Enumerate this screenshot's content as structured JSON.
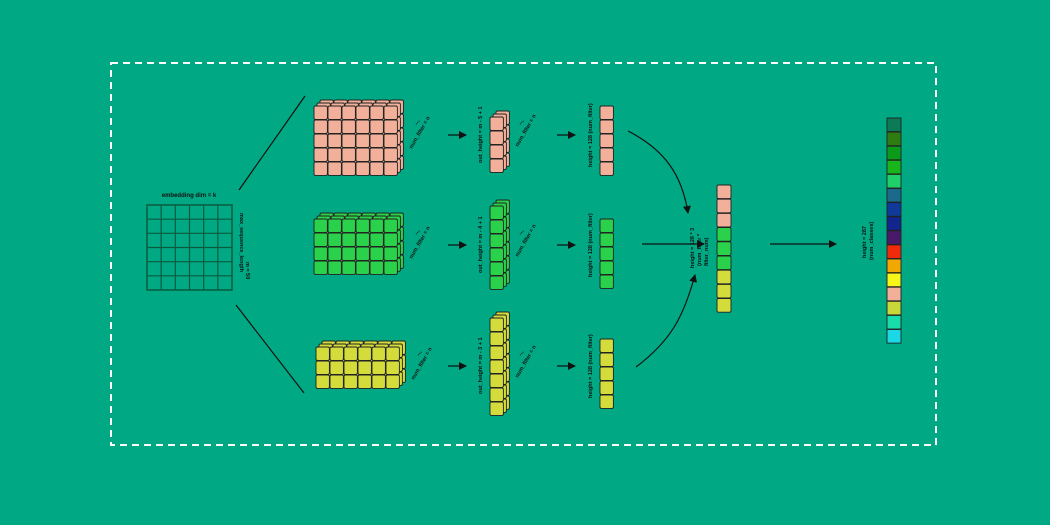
{
  "colors": {
    "background": "#00a884",
    "frame": "#ffffff",
    "salmon": "#f2b09a",
    "salmon_dark": "#c98a76",
    "green": "#2ad14a",
    "green_dark": "#17a630",
    "yellow": "#d4dc3c",
    "yellow_dark": "#aab426",
    "input_grid": "#0b5a3e"
  },
  "input": {
    "top_label": "embedding dim = k",
    "side_label_1": "max_sequence_length",
    "side_label_2": "m = 50"
  },
  "branches": [
    {
      "color": "salmon",
      "num_filter": "num_filter = n",
      "out_height": "out_height = m - 5 + 1",
      "pooled": "height = 128 (num_filter)"
    },
    {
      "color": "green",
      "num_filter": "num_filter = n",
      "out_height": "out_height = m - 4 + 1",
      "pooled": "height = 128 (num_filter)"
    },
    {
      "color": "yellow",
      "num_filter": "num_filter = n",
      "out_height": "out_height = m - 3 + 1",
      "pooled": "height = 128 (num_filter)"
    }
  ],
  "dots": "...",
  "concat": {
    "label_1": "height = 128 * 3",
    "label_2": "(num_filter *",
    "label_3": "filter_num)"
  },
  "output": {
    "label_1": "height = 287",
    "label_2": "(num_classes)",
    "cell_colors": [
      "#0b7a55",
      "#2f7d12",
      "#0c9a1a",
      "#19b51c",
      "#1fd06a",
      "#1b6a8c",
      "#103a9a",
      "#11258c",
      "#4a1a6a",
      "#f02a0a",
      "#f2a800",
      "#f5f51a",
      "#f2b09a",
      "#c8d838",
      "#18dcaa",
      "#1ad8e6"
    ]
  }
}
